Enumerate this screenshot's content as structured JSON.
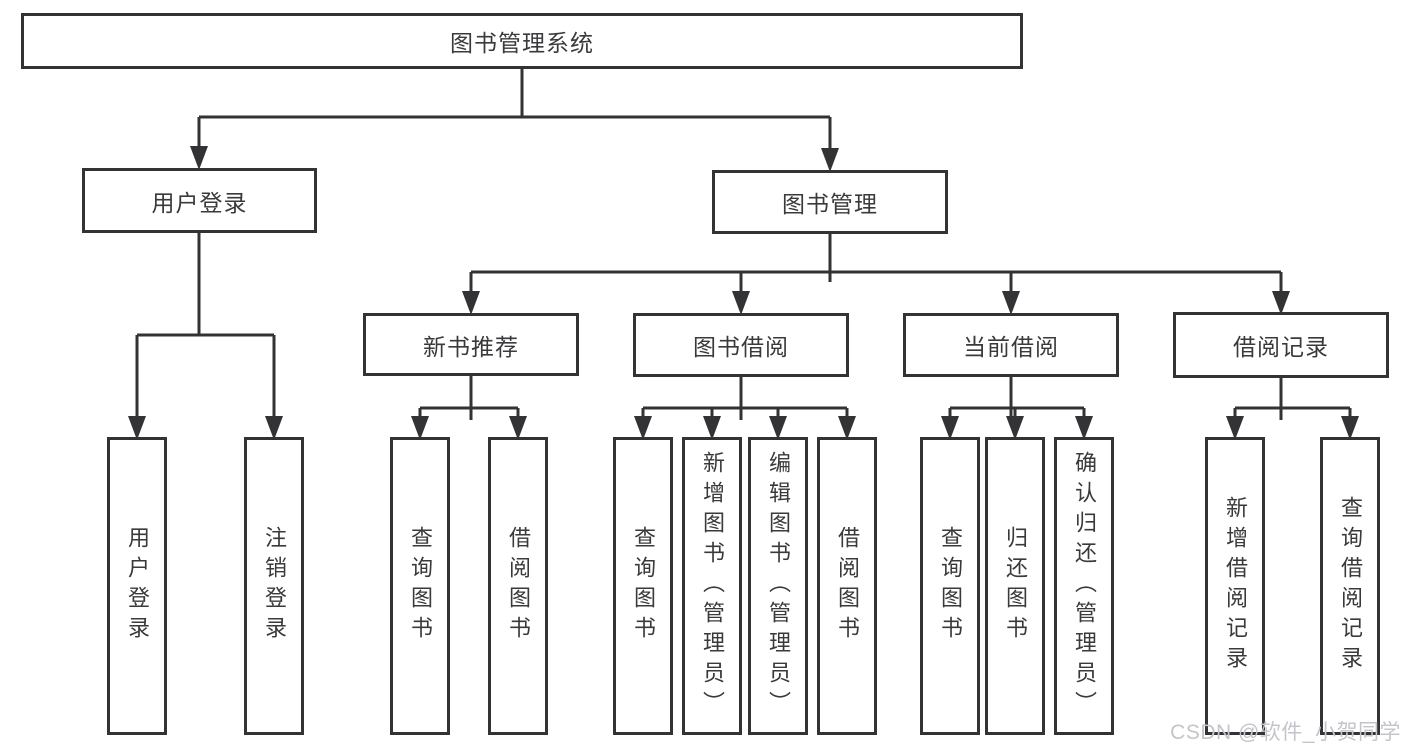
{
  "tree": {
    "label": "图书管理系统",
    "children": [
      {
        "label": "用户登录",
        "children": [
          {
            "label": "用户登录"
          },
          {
            "label": "注销登录"
          }
        ]
      },
      {
        "label": "图书管理",
        "children": [
          {
            "label": "新书推荐",
            "children": [
              {
                "label": "查询图书"
              },
              {
                "label": "借阅图书"
              }
            ]
          },
          {
            "label": "图书借阅",
            "children": [
              {
                "label": "查询图书"
              },
              {
                "label": "新增图书（管理员）"
              },
              {
                "label": "编辑图书（管理员）"
              },
              {
                "label": "借阅图书"
              }
            ]
          },
          {
            "label": "当前借阅",
            "children": [
              {
                "label": "查询图书"
              },
              {
                "label": "归还图书"
              },
              {
                "label": "确认归还（管理员）"
              }
            ]
          },
          {
            "label": "借阅记录",
            "children": [
              {
                "label": "新增借阅记录"
              },
              {
                "label": "查询借阅记录"
              }
            ]
          }
        ]
      }
    ]
  },
  "watermark": "CSDN @软件_小贺同学",
  "colors": {
    "line": "#333335",
    "text": "#3a3a3c",
    "watermark": "#c3c5ca",
    "background": "#ffffff"
  }
}
